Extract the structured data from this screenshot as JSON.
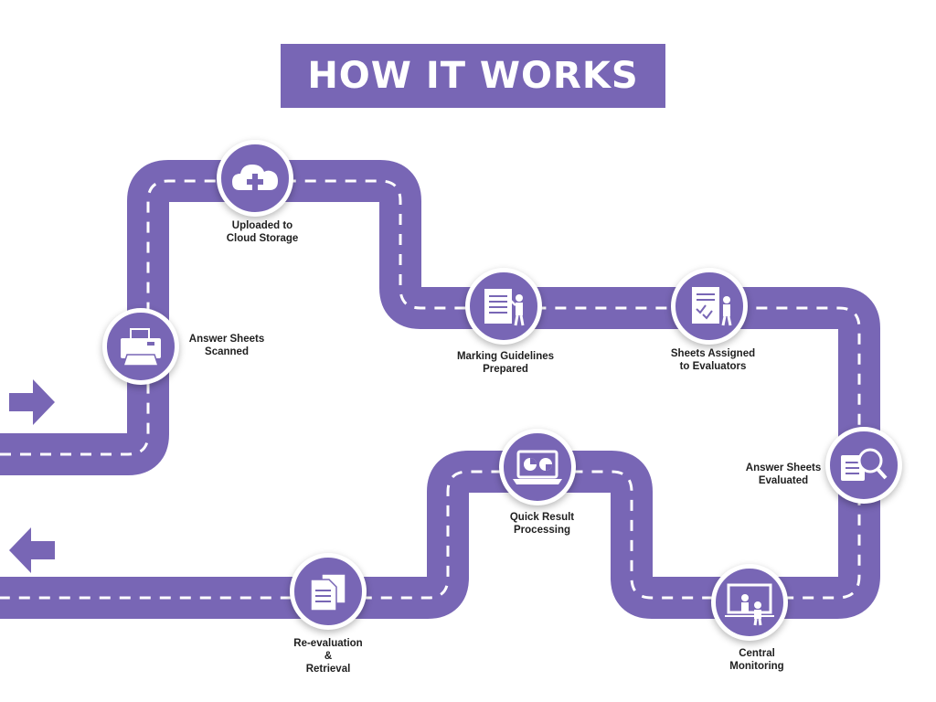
{
  "title": "HOW IT WORKS",
  "colors": {
    "road": "#7866b5",
    "dash": "#ffffff"
  },
  "steps": [
    {
      "icon": "printer-icon",
      "line1": "Answer Sheets",
      "line2": "Scanned"
    },
    {
      "icon": "cloud-upload-icon",
      "line1": "Uploaded to",
      "line2": "Cloud Storage"
    },
    {
      "icon": "presentation-guidelines-icon",
      "line1": "Marking Guidelines",
      "line2": "Prepared"
    },
    {
      "icon": "checklist-assign-icon",
      "line1": "Sheets Assigned",
      "line2": "to Evaluators"
    },
    {
      "icon": "document-search-icon",
      "line1": "Answer Sheets",
      "line2": "Evaluated"
    },
    {
      "icon": "monitor-presentation-icon",
      "line1": "Central",
      "line2": "Monitoring"
    },
    {
      "icon": "laptop-chart-icon",
      "line1": "Quick Result",
      "line2": "Processing"
    },
    {
      "icon": "documents-icon",
      "line1": "Re-evaluation",
      "line2": "&",
      "line3": "Retrieval"
    }
  ],
  "arrows": {
    "in": "arrow-right-icon",
    "out": "arrow-left-icon"
  }
}
